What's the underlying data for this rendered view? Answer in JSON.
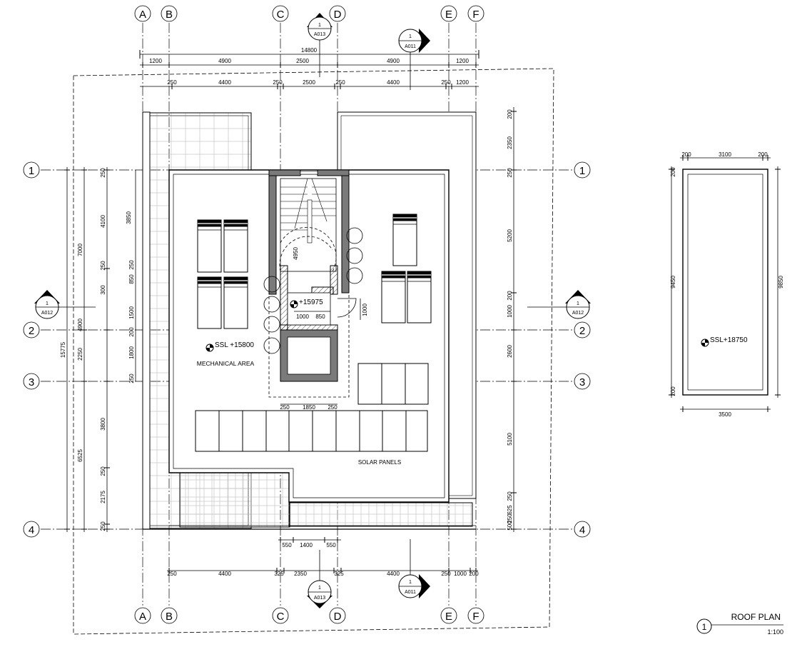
{
  "grid_cols": {
    "A": "A",
    "B": "B",
    "C": "C",
    "D": "D",
    "E": "E",
    "F": "F"
  },
  "grid_rows": {
    "r1": "1",
    "r2": "2",
    "r3": "3",
    "r4": "4"
  },
  "section_tags": {
    "a013_top": {
      "num": "1",
      "ref": "A013"
    },
    "a011_top": {
      "num": "1",
      "ref": "A011"
    },
    "a012_left": {
      "num": "1",
      "ref": "A012"
    },
    "a012_right": {
      "num": "1",
      "ref": "A012"
    },
    "a013_bottom": {
      "num": "1",
      "ref": "A013"
    },
    "a011_bottom": {
      "num": "1",
      "ref": "A011"
    }
  },
  "dims_top": {
    "overall": "14800",
    "row1": [
      "1200",
      "4900",
      "2500",
      "4900",
      "1200"
    ],
    "row2": [
      "250",
      "4400",
      "250",
      "2500",
      "250",
      "4400",
      "250",
      "1200"
    ]
  },
  "dims_bottom": {
    "stair": [
      "550",
      "1400",
      "550"
    ],
    "row": [
      "250",
      "4400",
      "325",
      "2350",
      "325",
      "4400",
      "250",
      "1000",
      "200"
    ]
  },
  "dims_left": {
    "overall": "15775",
    "major": [
      "7000",
      "4900",
      "2250",
      "6525"
    ],
    "minor": [
      "250",
      "4100",
      "250",
      "300",
      "850",
      "250",
      "1500",
      "200",
      "1800",
      "250",
      "3800",
      "250",
      "2175",
      "250"
    ],
    "small": "3850"
  },
  "dims_right": [
    "200",
    "2350",
    "250",
    "5200",
    "200",
    "1000",
    "2600",
    "5100",
    "250",
    "625",
    "250",
    "500"
  ],
  "stair_dims": {
    "vertical": "4950",
    "a": "1000",
    "b": "850",
    "c": "1000",
    "d": "250",
    "e": "1850",
    "f": "250"
  },
  "levels": {
    "mech": "SSL  +15800",
    "stair": "+15975",
    "roof": "SSL+18750"
  },
  "areas": {
    "mechanical": "MECHANICAL AREA",
    "solar": "SOLAR PANELS"
  },
  "roof_detail": {
    "top": [
      "200",
      "3100",
      "200"
    ],
    "left": [
      "200",
      "9450",
      "200"
    ],
    "right": "9850",
    "bottom": "3500"
  },
  "title_block": {
    "num": "1",
    "title": "ROOF PLAN",
    "scale": "1:100"
  }
}
